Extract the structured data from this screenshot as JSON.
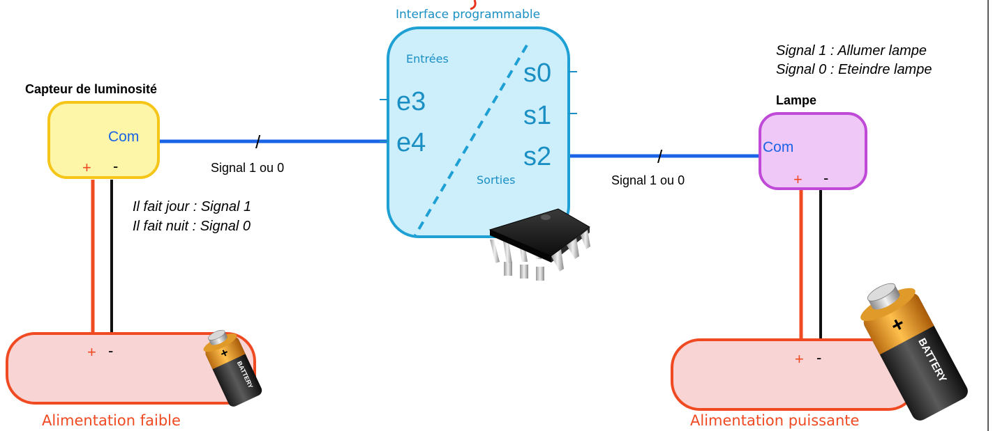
{
  "sensor": {
    "title": "Capteur de luminosité",
    "com": "Com",
    "plus": "+",
    "minus": "-",
    "note_line1": "Il fait jour : Signal 1",
    "note_line2": "Il fait nuit : Signal 0"
  },
  "wire_left": {
    "slash": "/",
    "label": "Signal 1 ou 0"
  },
  "interface": {
    "title": "Interface programmable",
    "inputs_label": "Entrées",
    "outputs_label": "Sorties",
    "inputs": [
      "e3",
      "e4"
    ],
    "outputs": [
      "s0",
      "s1",
      "s2"
    ]
  },
  "wire_right": {
    "slash": "/",
    "label": "Signal 1 ou 0"
  },
  "lamp": {
    "title": "Lampe",
    "com": "Com",
    "plus": "+",
    "minus": "-",
    "note_line1": "Signal 1 : Allumer lampe",
    "note_line2": "Signal 0 : Eteindre lampe"
  },
  "power_weak": {
    "label": "Alimentation faible",
    "plus": "+",
    "minus": "-"
  },
  "power_strong": {
    "label": "Alimentation puissante",
    "plus": "+",
    "minus": "-"
  },
  "battery_small": {
    "text": "BATTERY",
    "plus": "+"
  },
  "battery_big": {
    "text": "BATTERY",
    "plus": "+"
  },
  "colors": {
    "signal_wire": "#1a63e6",
    "plus_wire": "#f04a22",
    "minus_wire": "#111111",
    "sensor_fill": "#fdf5a8",
    "sensor_stroke": "#f5c518",
    "interface_fill": "#cdeefb",
    "interface_stroke": "#1ea0d4",
    "lamp_fill": "#efc8f7",
    "lamp_stroke": "#c04ad8",
    "power_fill": "#f9d4d4",
    "power_stroke": "#f04a22"
  }
}
